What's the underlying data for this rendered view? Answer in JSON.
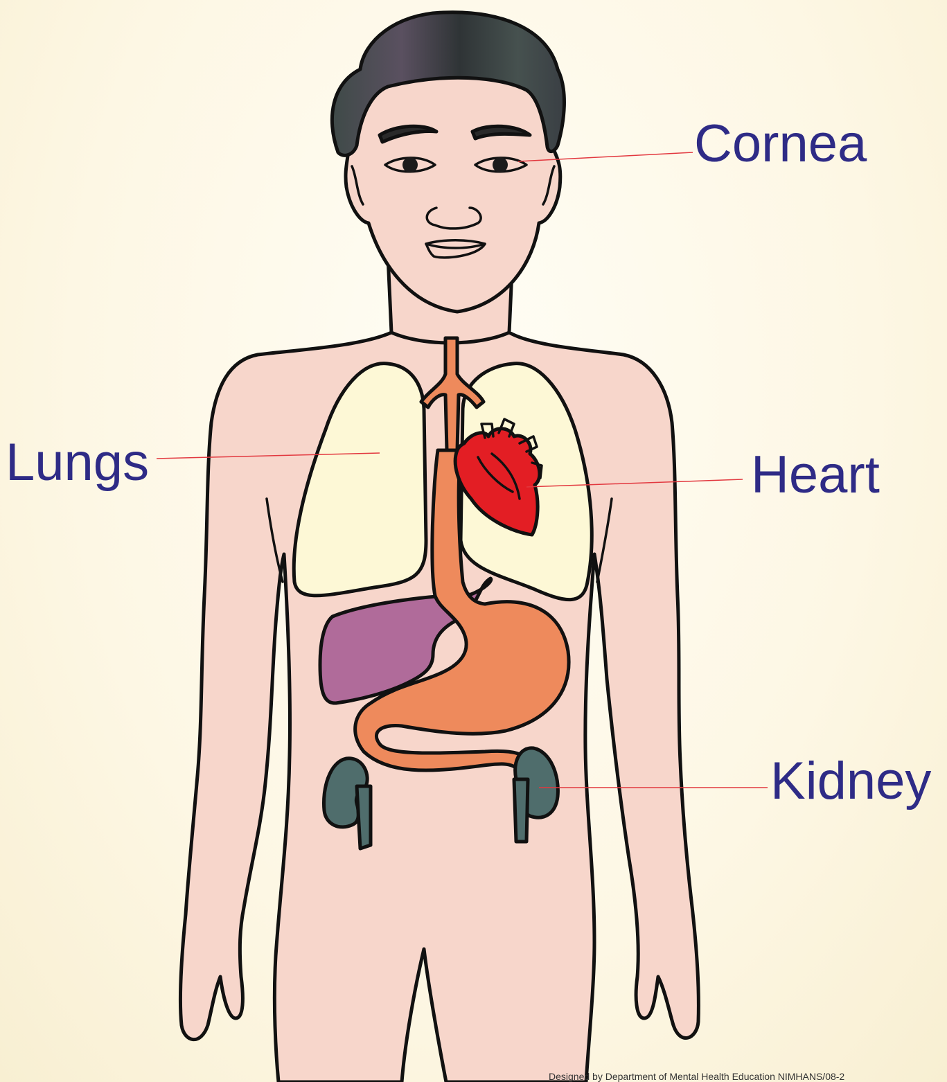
{
  "labels": {
    "cornea": "Cornea",
    "lungs": "Lungs",
    "heart": "Heart",
    "kidney": "Kidney"
  },
  "credit": "Designed by Department of Mental Health Education NIMHANS/08-2",
  "colors": {
    "skin": "#f7d6cb",
    "hair": "#3a3f44",
    "lungs": "#fdf8d6",
    "heart": "#e31e24",
    "liver": "#b06b9a",
    "stomach": "#ee8a5c",
    "kidney": "#4f6d6c",
    "label_text": "#2e2b86",
    "pointer_line": "#e2383f"
  }
}
